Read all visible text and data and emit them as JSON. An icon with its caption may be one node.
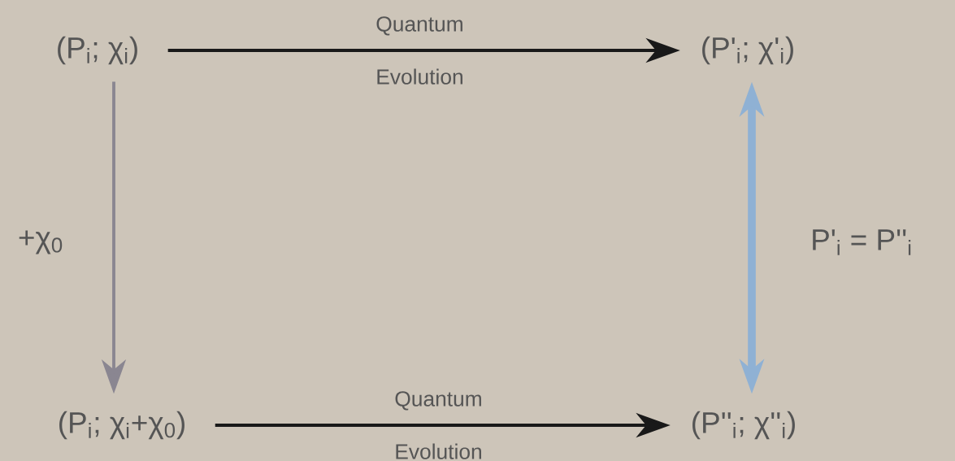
{
  "diagram": {
    "nodes": [
      {
        "text": [
          "(P$_{i}$; χ$_{i}$)"
        ]
      },
      {
        "text": [
          "(P'$_{i}$; χ'$_{i}$)"
        ]
      },
      {
        "text": [
          "(P$_{i}$; χ$_{i}$+χ$_{0}$)"
        ]
      },
      {
        "text": [
          "(P''$_{i}$; χ''$_{i}$)"
        ]
      }
    ],
    "edges": [
      {
        "from": 0,
        "to": 1,
        "arrow": "to",
        "label": "Quantum Evolution"
      },
      {
        "from": 0,
        "to": 2,
        "arrow": "to",
        "label": "+χ$_{0}$",
        "color": "#8a8691"
      },
      {
        "from": 2,
        "to": 3,
        "arrow": "to",
        "label": "Quantum Evolution"
      },
      {
        "from": 3,
        "to": 1,
        "arrow": "both",
        "label": "P'$_{i}$ = P''$_{i}$",
        "color": "#8fb1d4",
        "style": "thick"
      }
    ]
  }
}
